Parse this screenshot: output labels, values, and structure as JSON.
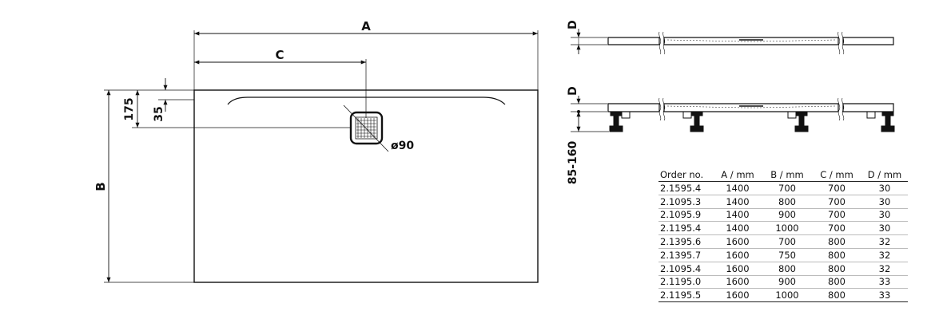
{
  "dimensions": {
    "a": "A",
    "b": "B",
    "c": "C",
    "d_top": "D",
    "d_bottom": "D",
    "height_175": "175",
    "height_35": "35",
    "drain_diameter": "ø90",
    "leg_range": "85-160"
  },
  "table": {
    "headers": [
      "Order no.",
      "A / mm",
      "B / mm",
      "C / mm",
      "D / mm"
    ],
    "rows": [
      [
        "2.1595.4",
        "1400",
        "700",
        "700",
        "30"
      ],
      [
        "2.1095.3",
        "1400",
        "800",
        "700",
        "30"
      ],
      [
        "2.1095.9",
        "1400",
        "900",
        "700",
        "30"
      ],
      [
        "2.1195.4",
        "1400",
        "1000",
        "700",
        "30"
      ],
      [
        "2.1395.6",
        "1600",
        "700",
        "800",
        "32"
      ],
      [
        "2.1395.7",
        "1600",
        "750",
        "800",
        "32"
      ],
      [
        "2.1095.4",
        "1600",
        "800",
        "800",
        "32"
      ],
      [
        "2.1195.0",
        "1600",
        "900",
        "800",
        "33"
      ],
      [
        "2.1195.5",
        "1600",
        "1000",
        "800",
        "33"
      ]
    ]
  }
}
